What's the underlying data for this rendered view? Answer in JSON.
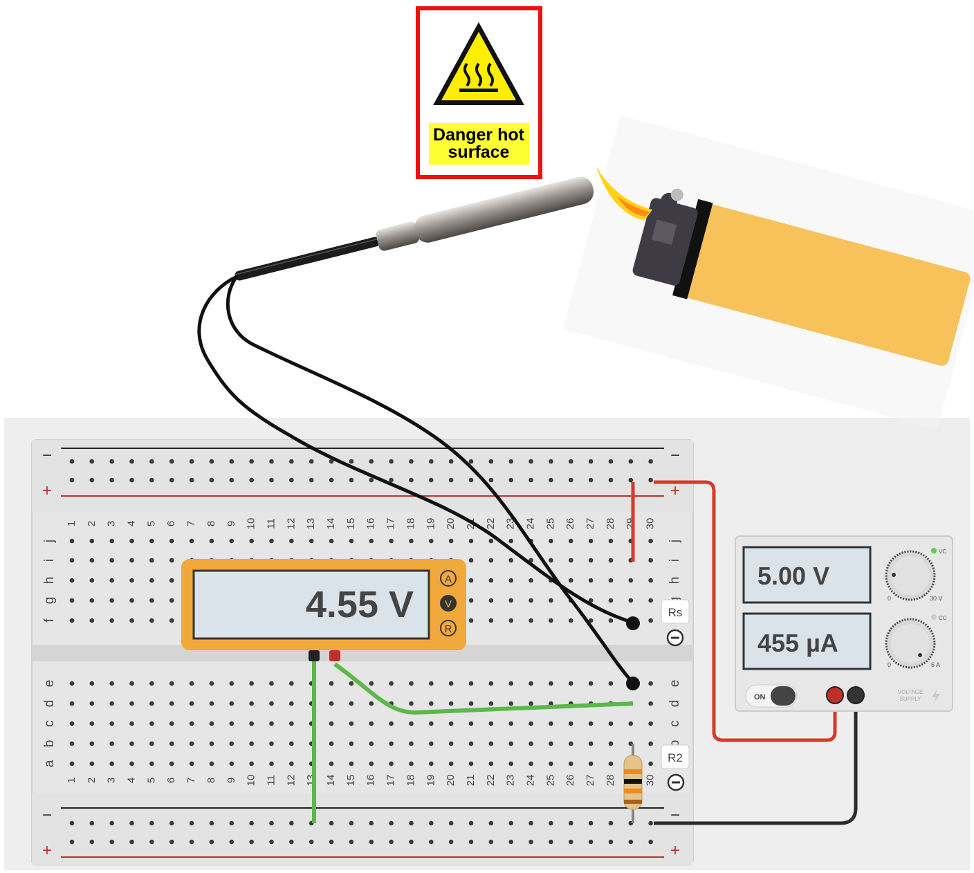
{
  "warning_sign": {
    "line1": "Danger hot",
    "line2": "surface",
    "icon": "hot-surface-warning-icon",
    "colors": {
      "border": "#ee1111",
      "triangle": "#ffee00",
      "label_bg": "#ffff33"
    }
  },
  "sensor": {
    "icon": "temperature-probe-icon"
  },
  "lighter": {
    "icon": "lighter-flame-icon",
    "colors": {
      "body": "#f7c25a",
      "cap": "#3f3b45",
      "flame": "#ffd21a"
    }
  },
  "breadboard": {
    "columns": [
      "1",
      "2",
      "3",
      "4",
      "5",
      "6",
      "7",
      "8",
      "9",
      "10",
      "11",
      "12",
      "13",
      "14",
      "15",
      "16",
      "17",
      "18",
      "19",
      "20",
      "21",
      "22",
      "23",
      "24",
      "25",
      "26",
      "27",
      "28",
      "29",
      "30"
    ],
    "rows_top": [
      "j",
      "i",
      "h",
      "g",
      "f"
    ],
    "rows_bottom": [
      "e",
      "d",
      "c",
      "b",
      "a"
    ],
    "rail_minus": "−",
    "rail_plus": "+"
  },
  "multimeter": {
    "reading": "4.55 V",
    "mode_buttons": [
      "A",
      "V",
      "R"
    ],
    "active_mode": "V",
    "colors": {
      "body": "#f2a93b",
      "screen": "#dbe3ea"
    }
  },
  "components": {
    "sensor_label": "Rs",
    "resistor_label": "R2"
  },
  "power_supply": {
    "voltage_display": "5.00 V",
    "current_display": "455 µA",
    "voltage_knob_min": "0",
    "voltage_knob_max": "30 V",
    "current_knob_min": "0",
    "current_knob_max": "5 A",
    "indicator_cv": "VC",
    "indicator_cc": "CC",
    "power_switch": "ON",
    "brand_line1": "VOLTAGE",
    "brand_line2": "SUPPLY"
  },
  "wire_colors": {
    "red": "#d63a2a",
    "black": "#2b2b2b",
    "green": "#5cb848"
  }
}
